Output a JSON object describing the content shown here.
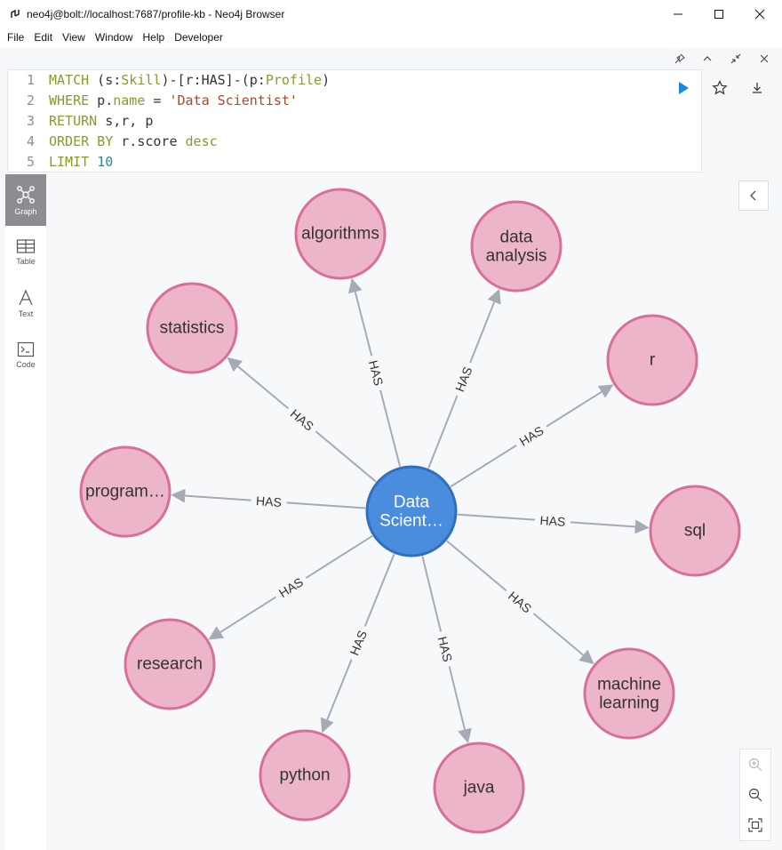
{
  "window": {
    "title": "neo4j@bolt://localhost:7687/profile-kb - Neo4j Browser",
    "minimize_icon": "minimize-icon",
    "maximize_icon": "maximize-icon",
    "close_icon": "close-icon"
  },
  "menu": [
    "File",
    "Edit",
    "View",
    "Window",
    "Help",
    "Developer"
  ],
  "editor": {
    "lines": [
      {
        "num": "1"
      },
      {
        "num": "2"
      },
      {
        "num": "3"
      },
      {
        "num": "4"
      },
      {
        "num": "5"
      }
    ],
    "l1": {
      "kw": "MATCH",
      "a": " (s:",
      "b": "Skill",
      "c": ")-[r:HAS]-(p:",
      "d": "Profile",
      "e": ")"
    },
    "l2": {
      "kw": "WHERE",
      "a": " p.",
      "b": "name",
      "c": " = ",
      "d": "'Data Scientist'"
    },
    "l3": {
      "kw": "RETURN",
      "a": " s,r, p"
    },
    "l4": {
      "kw": "ORDER BY",
      "a": " r.score ",
      "b": "desc"
    },
    "l5": {
      "kw": "LIMIT",
      "a": " ",
      "b": "10"
    }
  },
  "sidebar": {
    "tabs": [
      {
        "label": "Graph",
        "icon": "graph-icon"
      },
      {
        "label": "Table",
        "icon": "table-icon"
      },
      {
        "label": "Text",
        "icon": "text-icon"
      },
      {
        "label": "Code",
        "icon": "code-icon"
      }
    ]
  },
  "graph": {
    "center": {
      "label1": "Data",
      "label2": "Scient…",
      "color": "#4a8ddc"
    },
    "node_color": "#ecb5c9",
    "node_border": "#d86f97",
    "edge_label": "HAS",
    "nodes": [
      {
        "label1": "algorithms",
        "label2": ""
      },
      {
        "label1": "data",
        "label2": "analysis"
      },
      {
        "label1": "statistics",
        "label2": ""
      },
      {
        "label1": "r",
        "label2": ""
      },
      {
        "label1": "program…",
        "label2": ""
      },
      {
        "label1": "sql",
        "label2": ""
      },
      {
        "label1": "research",
        "label2": ""
      },
      {
        "label1": "machine",
        "label2": "learning"
      },
      {
        "label1": "python",
        "label2": ""
      },
      {
        "label1": "java",
        "label2": ""
      }
    ]
  }
}
